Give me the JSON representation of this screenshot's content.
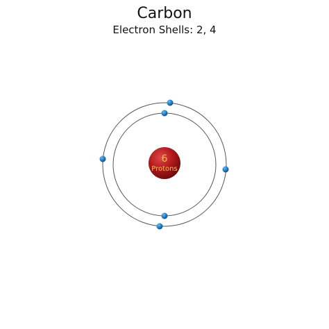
{
  "title": "Carbon",
  "subtitle": "Electron Shells: 2, 4",
  "nucleus": {
    "number": "6",
    "label": "Protons",
    "color": "#b0191c",
    "text_color": "#f5c542"
  },
  "electron_color": "#1e7ec8",
  "orbit_color": "#555555",
  "shells": [
    {
      "electrons": 2
    },
    {
      "electrons": 4
    }
  ]
}
